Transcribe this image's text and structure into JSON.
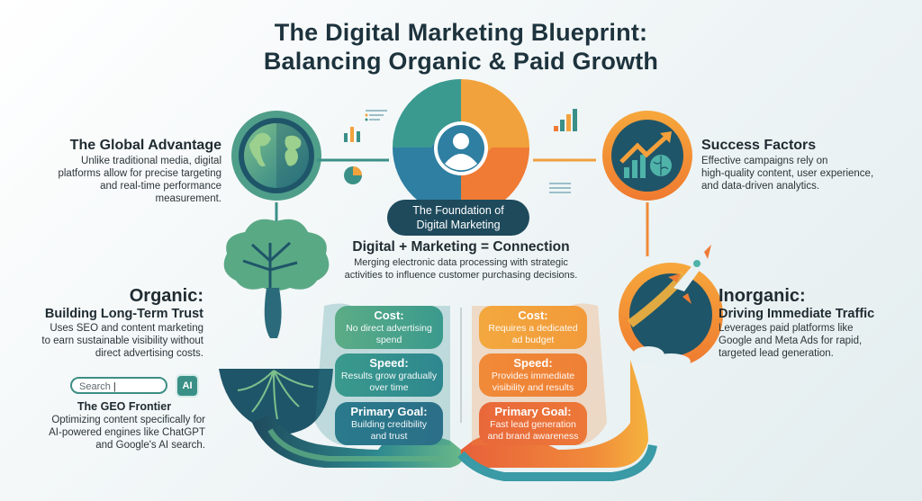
{
  "title": {
    "line1": "The Digital Marketing Blueprint:",
    "line2": "Balancing Organic & Paid Growth"
  },
  "global_advantage": {
    "heading": "The Global Advantage",
    "lines": [
      "Unlike traditional media, digital",
      "platforms allow for precise targeting",
      "and real-time performance measurement."
    ],
    "icon": "globe-icon"
  },
  "success_factors": {
    "heading": "Success Factors",
    "lines": [
      "Effective campaigns rely on",
      "high-quality content, user experience,",
      "and data-driven analytics."
    ],
    "icon": "growth-chart-brain-icon"
  },
  "foundation": {
    "line1": "The Foundation of",
    "line2": "Digital Marketing",
    "icon": "user-avatar-icon"
  },
  "connection": {
    "heading": "Digital + Marketing = Connection",
    "lines": [
      "Merging electronic data processing with strategic",
      "activities to influence customer purchasing decisions."
    ]
  },
  "organic": {
    "heading": "Organic:",
    "subheading": "Building Long-Term Trust",
    "lines": [
      "Uses SEO and content marketing",
      "to earn sustainable visibility without",
      "direct advertising costs."
    ],
    "icon": "tree-icon",
    "cards": [
      {
        "title": "Cost:",
        "lines": [
          "No direct advertising",
          "spend"
        ]
      },
      {
        "title": "Speed:",
        "lines": [
          "Results grow gradually",
          "over time"
        ]
      },
      {
        "title": "Primary Goal:",
        "lines": [
          "Building credibility",
          "and trust"
        ]
      }
    ]
  },
  "geo": {
    "search_placeholder": "Search",
    "ai_badge": "AI",
    "heading": "The GEO Frontier",
    "lines": [
      "Optimizing content specifically for",
      "AI-powered engines like ChatGPT",
      "and Google's AI search."
    ]
  },
  "inorganic": {
    "heading": "Inorganic:",
    "subheading": "Driving Immediate Traffic",
    "lines": [
      "Leverages paid platforms like",
      "Google and Meta Ads for rapid,",
      "targeted lead generation."
    ],
    "icon": "rocket-icon",
    "cards": [
      {
        "title": "Cost:",
        "lines": [
          "Requires a dedicated",
          "ad budget"
        ]
      },
      {
        "title": "Speed:",
        "lines": [
          "Provides immediate",
          "visibility and results"
        ]
      },
      {
        "title": "Primary Goal:",
        "lines": [
          "Fast lead generation",
          "and brand awareness"
        ]
      }
    ]
  },
  "colors": {
    "teal_dark": "#1e4a5c",
    "teal": "#2f8a8f",
    "green": "#5fae84",
    "orange": "#f08a3a",
    "orange_light": "#f5ad3e",
    "orange_red": "#e8603a",
    "text_dark": "#1d333d"
  }
}
